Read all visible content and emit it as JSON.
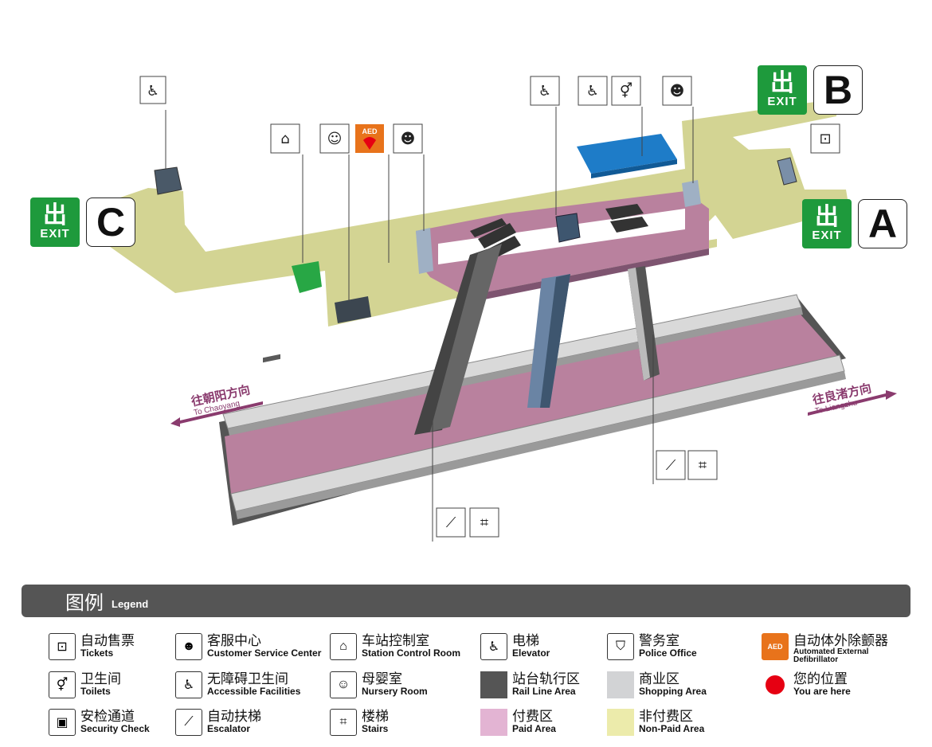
{
  "exits": {
    "a": {
      "letter": "A",
      "label": "EXIT"
    },
    "b": {
      "letter": "B",
      "label": "EXIT"
    },
    "c": {
      "letter": "C",
      "label": "EXIT"
    }
  },
  "exit_glyph": "出",
  "directions": {
    "west": {
      "cn": "往朝阳方向",
      "en": "To Chaoyang"
    },
    "east": {
      "cn": "往良渚方向",
      "en": "To Liangzhu"
    }
  },
  "aed_badge": "AED",
  "legend": {
    "title_cn": "图例",
    "title_en": "Legend",
    "items": [
      {
        "cn": "自动售票",
        "en": "Tickets",
        "icon": "ticket-icon"
      },
      {
        "cn": "客服中心",
        "en": "Customer Service Center",
        "icon": "customer-service-icon"
      },
      {
        "cn": "车站控制室",
        "en": "Station Control Room",
        "icon": "control-room-icon"
      },
      {
        "cn": "电梯",
        "en": "Elevator",
        "icon": "elevator-icon"
      },
      {
        "cn": "警务室",
        "en": "Police Office",
        "icon": "police-icon"
      },
      {
        "cn": "自动体外除颤器",
        "en": "Automated External Defibrillator",
        "icon": "aed-icon"
      },
      {
        "cn": "卫生间",
        "en": "Toilets",
        "icon": "toilet-icon"
      },
      {
        "cn": "无障碍卫生间",
        "en": "Accessible Facilities",
        "icon": "accessible-toilet-icon"
      },
      {
        "cn": "母婴室",
        "en": "Nursery Room",
        "icon": "nursery-icon"
      },
      {
        "cn": "站台轨行区",
        "en": "Rail Line Area",
        "color": "#555555"
      },
      {
        "cn": "商业区",
        "en": "Shopping Area",
        "color": "#d2d3d5"
      },
      {
        "cn": "您的位置",
        "en": "You are here",
        "color": "#e60012"
      },
      {
        "cn": "安检通道",
        "en": "Security Check",
        "icon": "security-check-icon"
      },
      {
        "cn": "自动扶梯",
        "en": "Escalator",
        "icon": "escalator-icon"
      },
      {
        "cn": "楼梯",
        "en": "Stairs",
        "icon": "stairs-icon"
      },
      {
        "cn": "付费区",
        "en": "Paid Area",
        "color": "#e3b4d3"
      },
      {
        "cn": "非付费区",
        "en": "Non-Paid Area",
        "color": "#ecebab"
      }
    ]
  },
  "colors": {
    "non_paid": "#d3d493",
    "paid": "#b9819e",
    "rail": "#555555",
    "exit_green": "#1e9a3c",
    "shop_blue": "#1e7cc8",
    "direction": "#8a3b6e"
  }
}
